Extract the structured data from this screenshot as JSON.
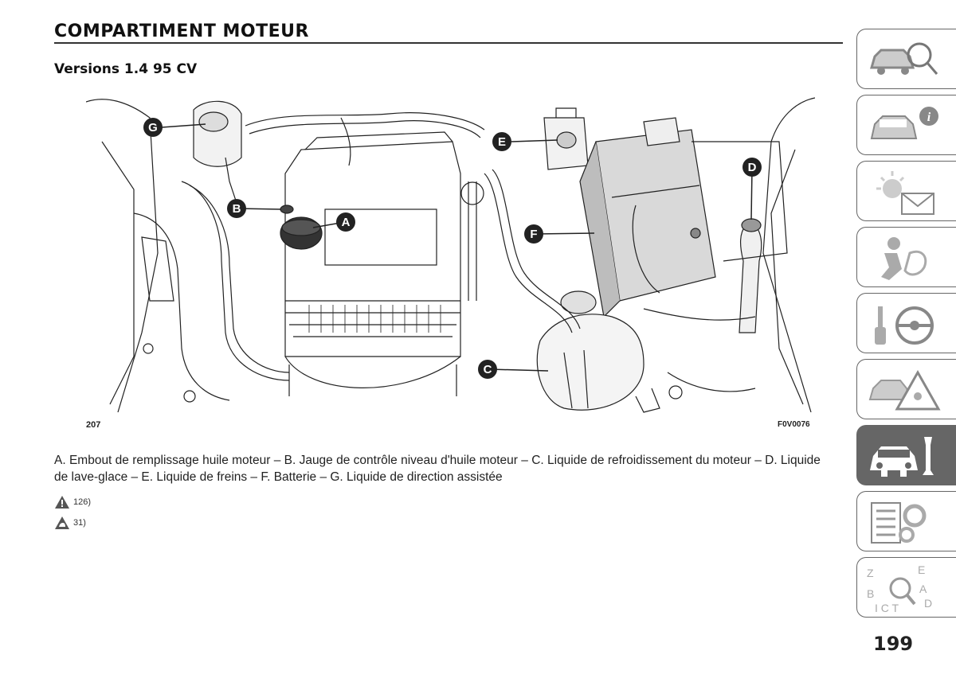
{
  "page": {
    "title": "COMPARTIMENT MOTEUR",
    "subtitle": "Versions 1.4 95 CV",
    "page_number": "199"
  },
  "figure": {
    "number": "207",
    "code": "F0V0076",
    "callouts": [
      "A",
      "B",
      "C",
      "D",
      "E",
      "F",
      "G"
    ]
  },
  "caption": "A. Embout de remplissage huile moteur – B. Jauge de contrôle niveau d'huile moteur – C. Liquide de refroidissement du moteur – D. Liquide de lave-glace – E. Liquide de freins – F. Batterie – G. Liquide de direction assistée",
  "notes": [
    {
      "icon": "warning-triangle-icon",
      "ref": "126)"
    },
    {
      "icon": "environment-hand-icon",
      "ref": "31)"
    }
  ],
  "side_tabs": [
    {
      "icon": "car-search-icon",
      "active": false
    },
    {
      "icon": "car-info-icon",
      "active": false
    },
    {
      "icon": "light-envelope-icon",
      "active": false
    },
    {
      "icon": "seat-airbag-icon",
      "active": false
    },
    {
      "icon": "key-steering-wheel-icon",
      "active": false
    },
    {
      "icon": "car-warning-icon",
      "active": false
    },
    {
      "icon": "car-wrench-icon",
      "active": true
    },
    {
      "icon": "list-gears-icon",
      "active": false
    },
    {
      "icon": "alphabet-index-icon",
      "active": false
    }
  ]
}
